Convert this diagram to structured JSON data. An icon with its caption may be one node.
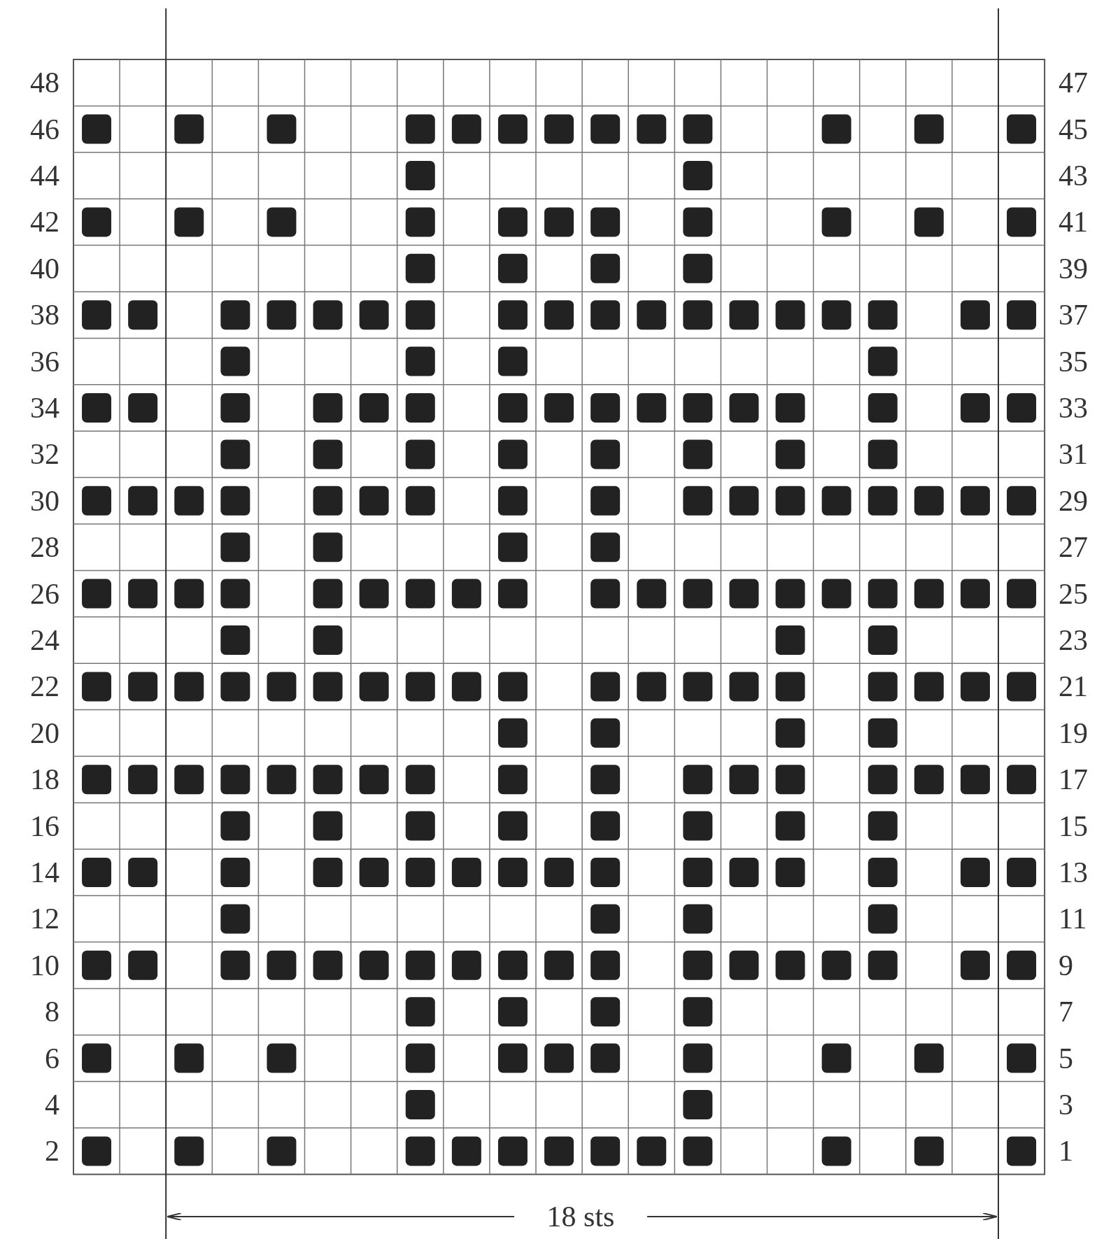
{
  "diagram": {
    "labels": [
      "48",
      "47",
      "46",
      "45",
      "44",
      "43",
      "42",
      "41",
      "40",
      "39",
      "38",
      "37",
      "36",
      "35",
      "34",
      "33",
      "32",
      "31",
      "30",
      "29",
      "28",
      "27",
      "26",
      "25",
      "24",
      "23",
      "22",
      "21",
      "20",
      "19",
      "18",
      "17",
      "16",
      "15",
      "14",
      "13",
      "12",
      "11",
      "10",
      "9",
      "8",
      "7",
      "6",
      "5",
      "4",
      "3",
      "2",
      "1",
      "18 sts"
    ]
  }
}
